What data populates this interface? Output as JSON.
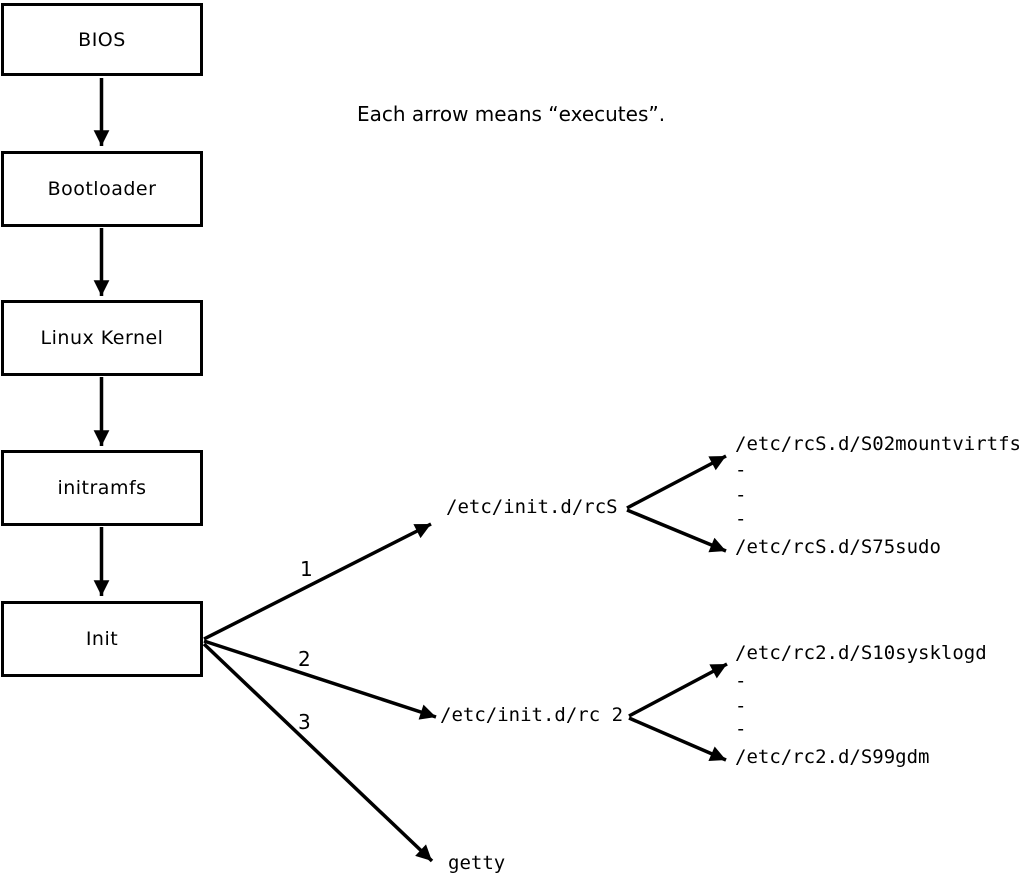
{
  "note": "Each arrow means “executes”.",
  "boot_chain": {
    "boxes": [
      {
        "label": "BIOS"
      },
      {
        "label": "Bootloader"
      },
      {
        "label": "Linux Kernel"
      },
      {
        "label": "initramfs"
      },
      {
        "label": "Init"
      }
    ]
  },
  "init_branches": [
    {
      "order": "1",
      "target": "/etc/init.d/rcS",
      "children": [
        "/etc/rcS.d/S02mountvirtfs",
        "-",
        "-",
        "-",
        "/etc/rcS.d/S75sudo"
      ]
    },
    {
      "order": "2",
      "target": "/etc/init.d/rc 2",
      "children": [
        "/etc/rc2.d/S10sysklogd",
        "-",
        "-",
        "-",
        "/etc/rc2.d/S99gdm"
      ]
    },
    {
      "order": "3",
      "target": "getty",
      "children": []
    }
  ],
  "colors": {
    "ink": "#000000",
    "background": "#ffffff"
  }
}
